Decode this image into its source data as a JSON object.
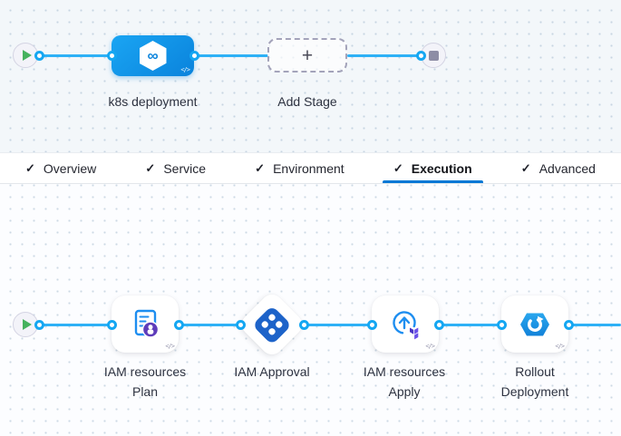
{
  "colors": {
    "connector": "#2eb1f6",
    "port": "#15a7f2",
    "stage-blue-1": "#1aa5f3",
    "stage-blue-2": "#0a83dc",
    "tab-underline": "#0278d5",
    "approval-blue": "#1d63c9",
    "step-icon-blue": "#1e8ef0",
    "terraform-purple": "#5c42d6",
    "plan-badge-purple": "#5e3cba",
    "rollout-blue": "#1e93e4",
    "play-green": "#46b25e",
    "stop-gray": "#8d8da5"
  },
  "icons": {
    "check": "✓",
    "plus": "+",
    "code": "</>",
    "infinity": "∞"
  },
  "stage_pipeline": {
    "stage": {
      "label": "k8s deployment"
    },
    "add_stage": {
      "label": "Add Stage"
    }
  },
  "tabs": {
    "items": [
      {
        "label": "Overview",
        "checked": true,
        "active": false
      },
      {
        "label": "Service",
        "checked": true,
        "active": false
      },
      {
        "label": "Environment",
        "checked": true,
        "active": false
      },
      {
        "label": "Execution",
        "checked": true,
        "active": true
      },
      {
        "label": "Advanced",
        "checked": true,
        "active": false
      }
    ]
  },
  "execution_pipeline": {
    "steps": [
      {
        "name": "IAM resources Plan",
        "line1": "IAM resources",
        "line2": "Plan"
      },
      {
        "name": "IAM Approval",
        "line1": "IAM Approval",
        "line2": ""
      },
      {
        "name": "IAM resources Apply",
        "line1": "IAM resources",
        "line2": "Apply"
      },
      {
        "name": "Rollout Deployment",
        "line1": "Rollout",
        "line2": "Deployment"
      }
    ]
  }
}
